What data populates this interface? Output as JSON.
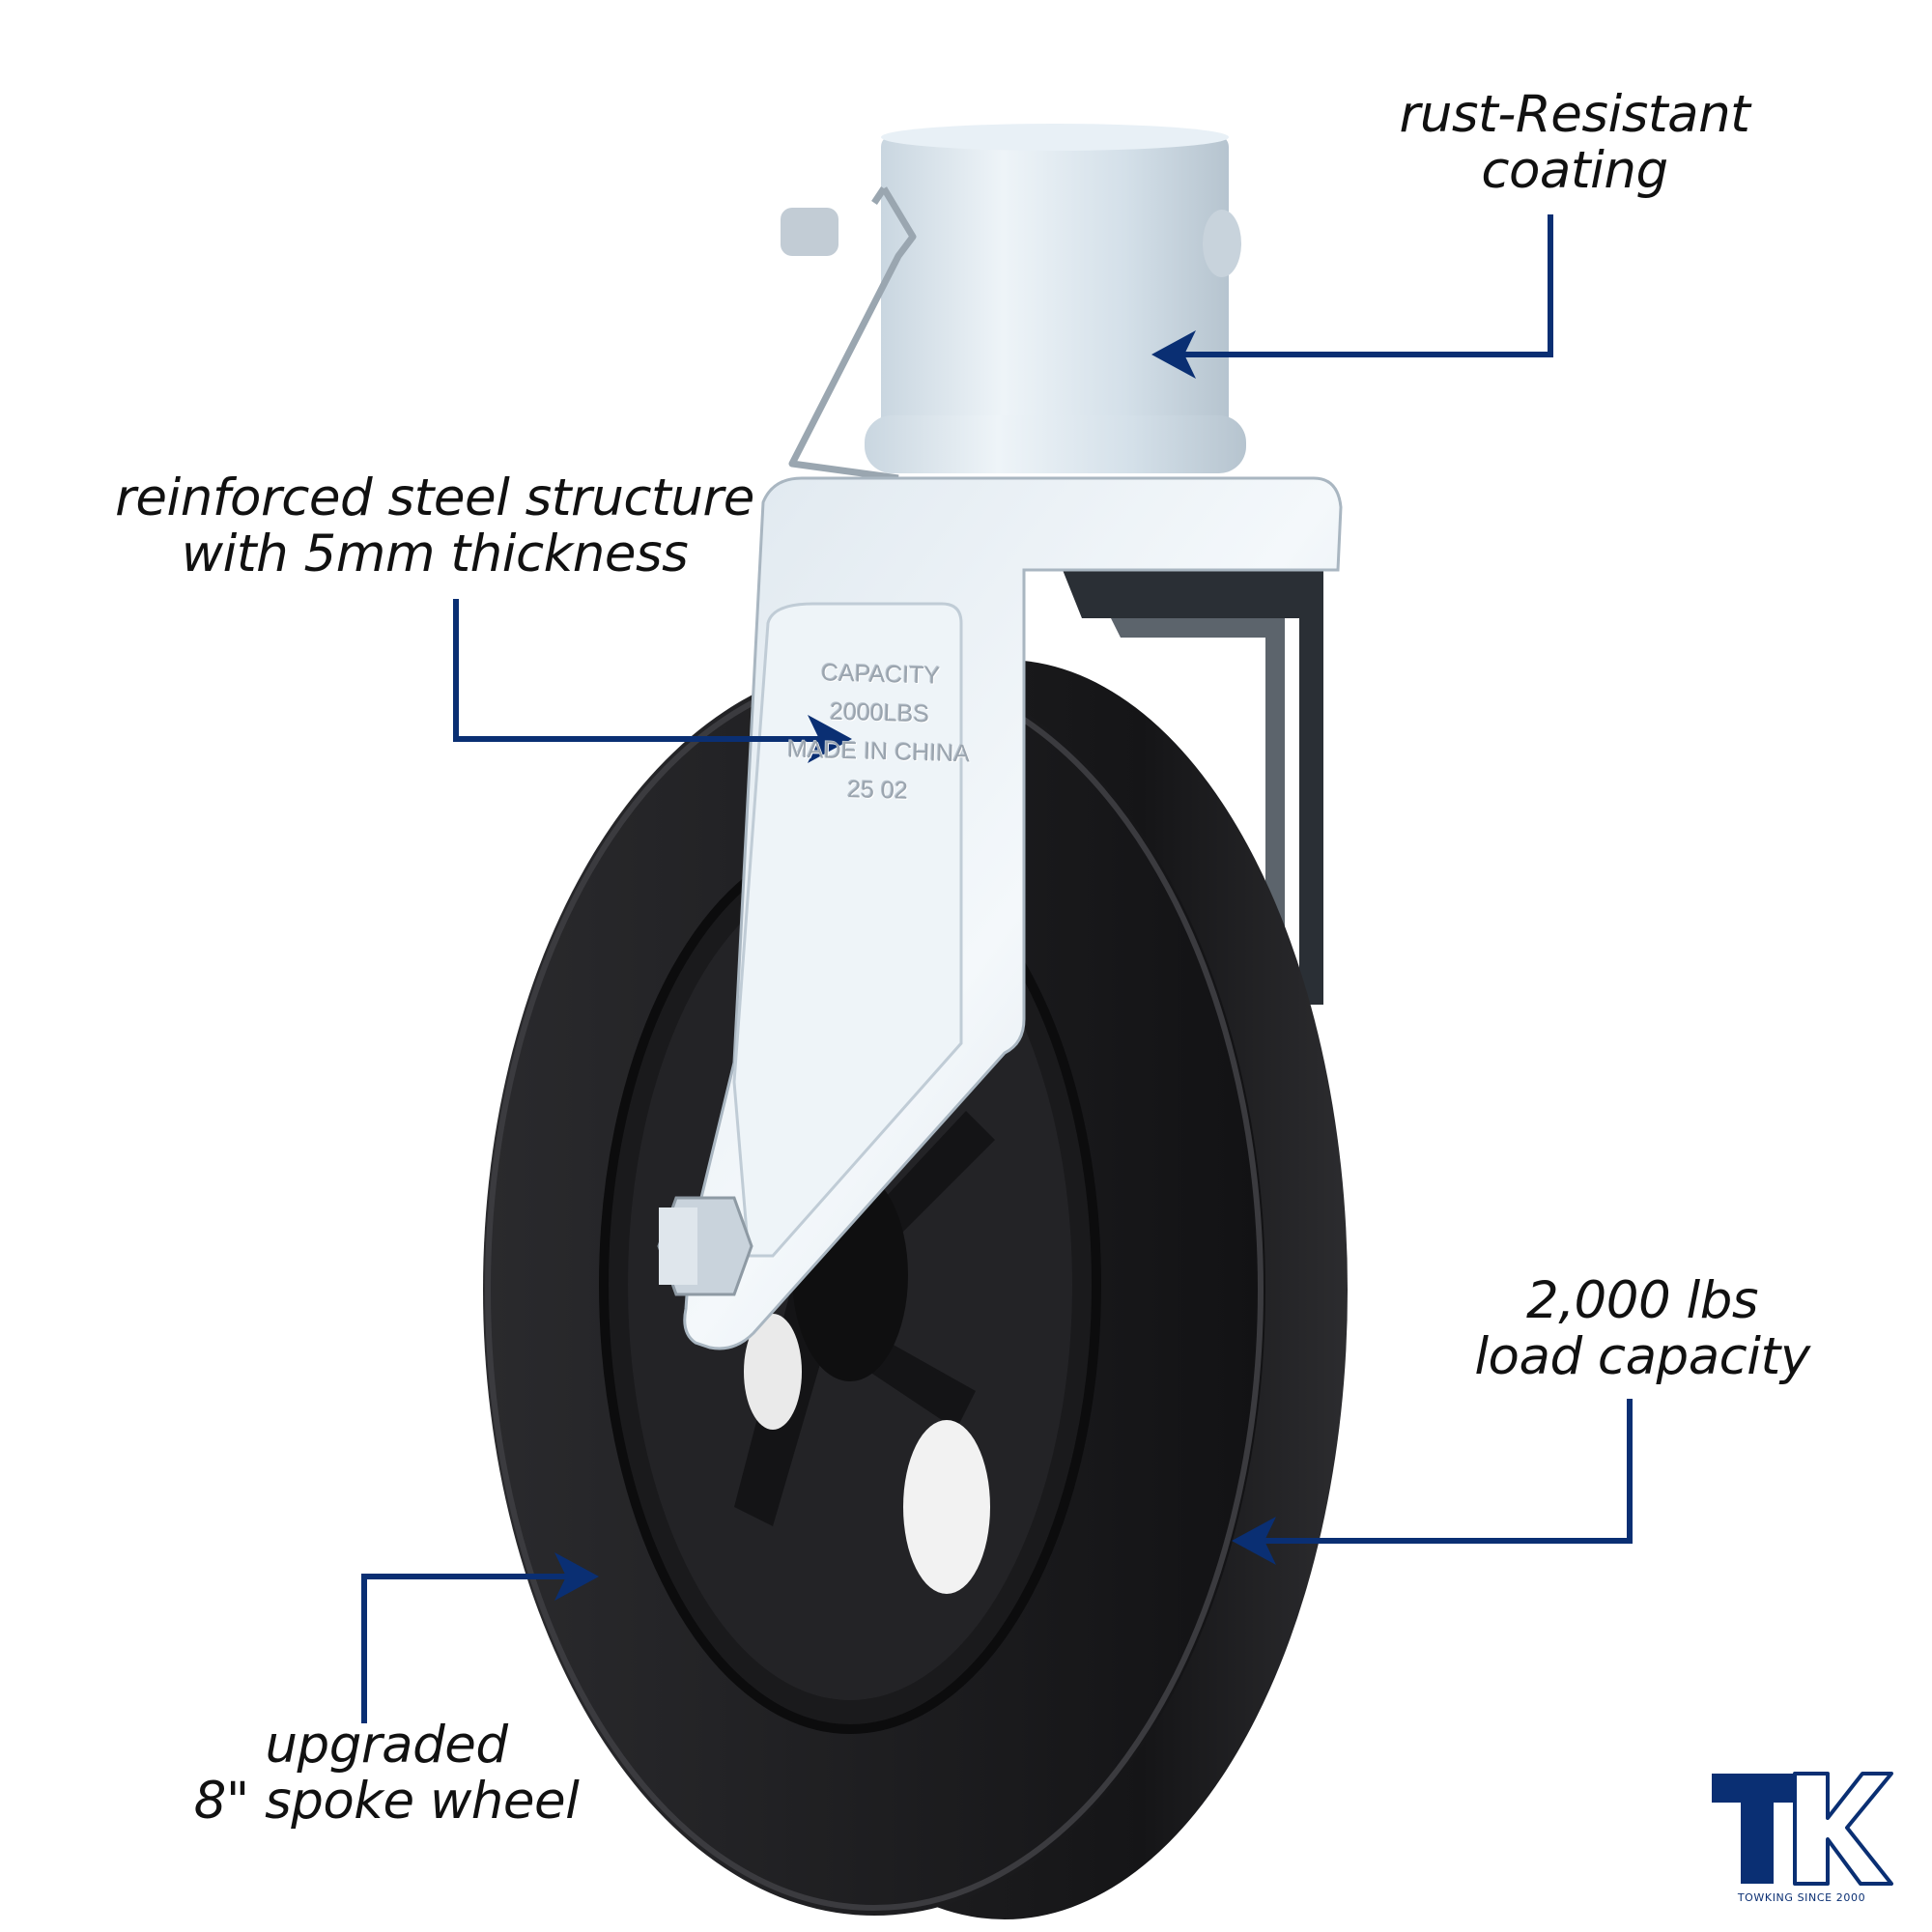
{
  "callouts": {
    "coating": {
      "line1": "rust-Resistant",
      "line2": "coating"
    },
    "steel": {
      "line1": "reinforced steel structure",
      "line2": "with 5mm thickness"
    },
    "capacity": {
      "line1": "2,000 lbs",
      "line2": "load capacity"
    },
    "wheel": {
      "line1": "upgraded",
      "line2": "8\" spoke wheel"
    }
  },
  "plate_stamp": {
    "line1": "CAPACITY",
    "line2": "2000LBS",
    "line3": "MADE IN CHINA",
    "line4": "25 02"
  },
  "brand": {
    "mark": "TK",
    "tagline": "TOWKING SINCE 2000"
  },
  "colors": {
    "accent": "#0a2f73",
    "text": "#111111",
    "metal": "#dbe6ee",
    "rubber": "#1b1b1d"
  }
}
